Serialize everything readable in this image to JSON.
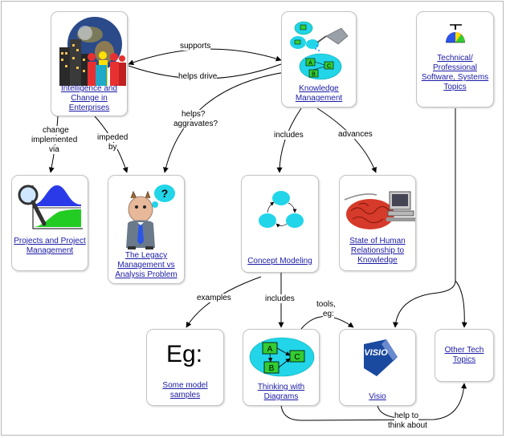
{
  "nodes": {
    "intelligence": "Intelligence and Change in Enterprises",
    "knowledge": "Knowledge Management",
    "technical": "Technical/ Professional Software, Systems Topics",
    "projects": "Projects and Project Management",
    "legacy": "The Legacy Management vs Analysis Problem",
    "concept": "Concept Modeling",
    "human": "State of Human Relationship to Knowledge",
    "samples": "Some model samples",
    "thinking": "Thinking with Diagrams",
    "visio": "Visio",
    "other_tech": "Other Tech Topics"
  },
  "samples_glyph": "Eg:",
  "visio_logo": "VISIO",
  "diagram_letters": {
    "a": "A",
    "b": "B",
    "c": "C"
  },
  "edges": {
    "supports": "supports",
    "helps_drive": "helps drive",
    "helps_aggravates_1": "helps?",
    "helps_aggravates_2": "aggravates?",
    "change_1": "change",
    "change_2": "implemented",
    "change_3": "via",
    "impeded_1": "impeded",
    "impeded_2": "by",
    "includes_1": "includes",
    "advances": "advances",
    "examples": "examples",
    "includes_2": "includes",
    "tools_1": "tools,",
    "tools_2": "eg:",
    "help_1": "help to",
    "help_2": "think about"
  },
  "colors": {
    "link": "#1a1aa6",
    "border": "#c4c4c4",
    "cyan": "#22d5e8",
    "green": "#33cc33",
    "line": "#000000"
  }
}
